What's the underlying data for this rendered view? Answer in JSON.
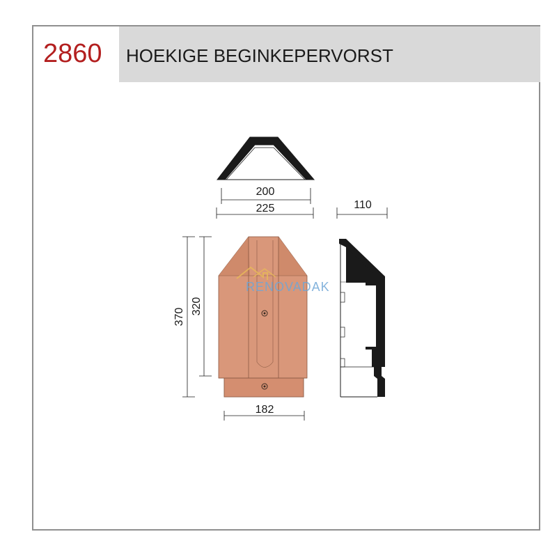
{
  "header": {
    "code": "2860",
    "title": "HOEKIGE BEGINKEPERVORST"
  },
  "dimensions": {
    "top_inner_width": "200",
    "top_outer_width": "225",
    "side_depth": "110",
    "total_height": "370",
    "body_height": "320",
    "bottom_width": "182"
  },
  "watermark": "RENOVADAK",
  "colors": {
    "code": "#b31f1f",
    "header_band": "#d9d9d9",
    "frame": "#8f8f8f",
    "tile": "#d9977a",
    "tile_dark": "#cf8a6b",
    "profile": "#1a1a1a"
  }
}
